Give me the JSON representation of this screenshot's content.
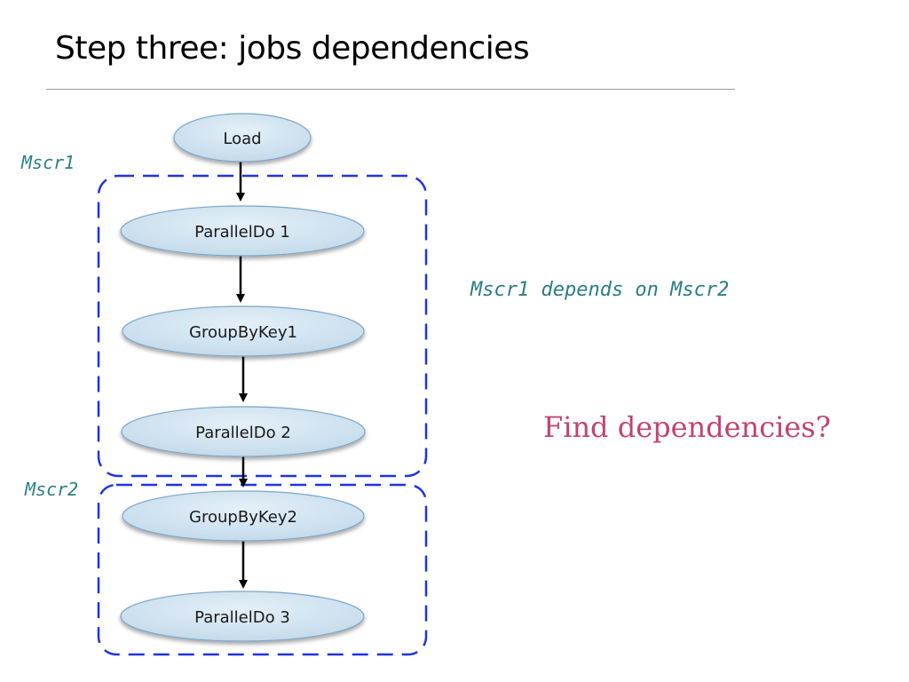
{
  "title": "Step three: jobs dependencies",
  "colors": {
    "node_fill": "#cfe3f1",
    "node_stroke": "#7ea6c8",
    "group_border": "#1f33e6",
    "group_label": "#2a7e85",
    "note_text": "#2a7e85",
    "question_text": "#c2436e",
    "arrow": "#000000"
  },
  "nodes": {
    "load": "Load",
    "paralleldo1": "ParallelDo 1",
    "groupbykey1": "GroupByKey1",
    "paralleldo2": "ParallelDo 2",
    "groupbykey2": "GroupByKey2",
    "paralleldo3": "ParallelDo 3"
  },
  "edges": [
    [
      "load",
      "paralleldo1"
    ],
    [
      "paralleldo1",
      "groupbykey1"
    ],
    [
      "groupbykey1",
      "paralleldo2"
    ],
    [
      "paralleldo2",
      "groupbykey2"
    ],
    [
      "groupbykey2",
      "paralleldo3"
    ]
  ],
  "groups": {
    "mscr1": "Mscr1",
    "mscr2": "Mscr2"
  },
  "note": "Mscr1 depends on Mscr2",
  "question": "Find dependencies?"
}
